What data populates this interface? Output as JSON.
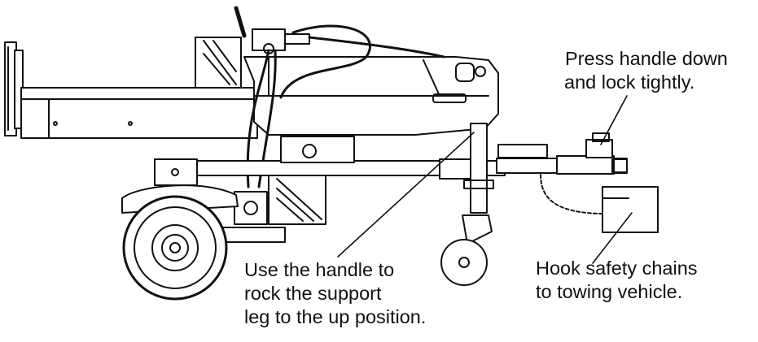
{
  "callouts": {
    "handle_lock": {
      "line1": "Press handle down",
      "line2": "and lock tightly."
    },
    "safety_chains": {
      "line1": "Hook safety chains",
      "line2": "to towing vehicle."
    },
    "support_leg": {
      "line1": "Use the handle to",
      "line2": "rock the support",
      "line3": "leg to the up position."
    }
  },
  "colors": {
    "ink": "#111111",
    "background": "#ffffff"
  }
}
